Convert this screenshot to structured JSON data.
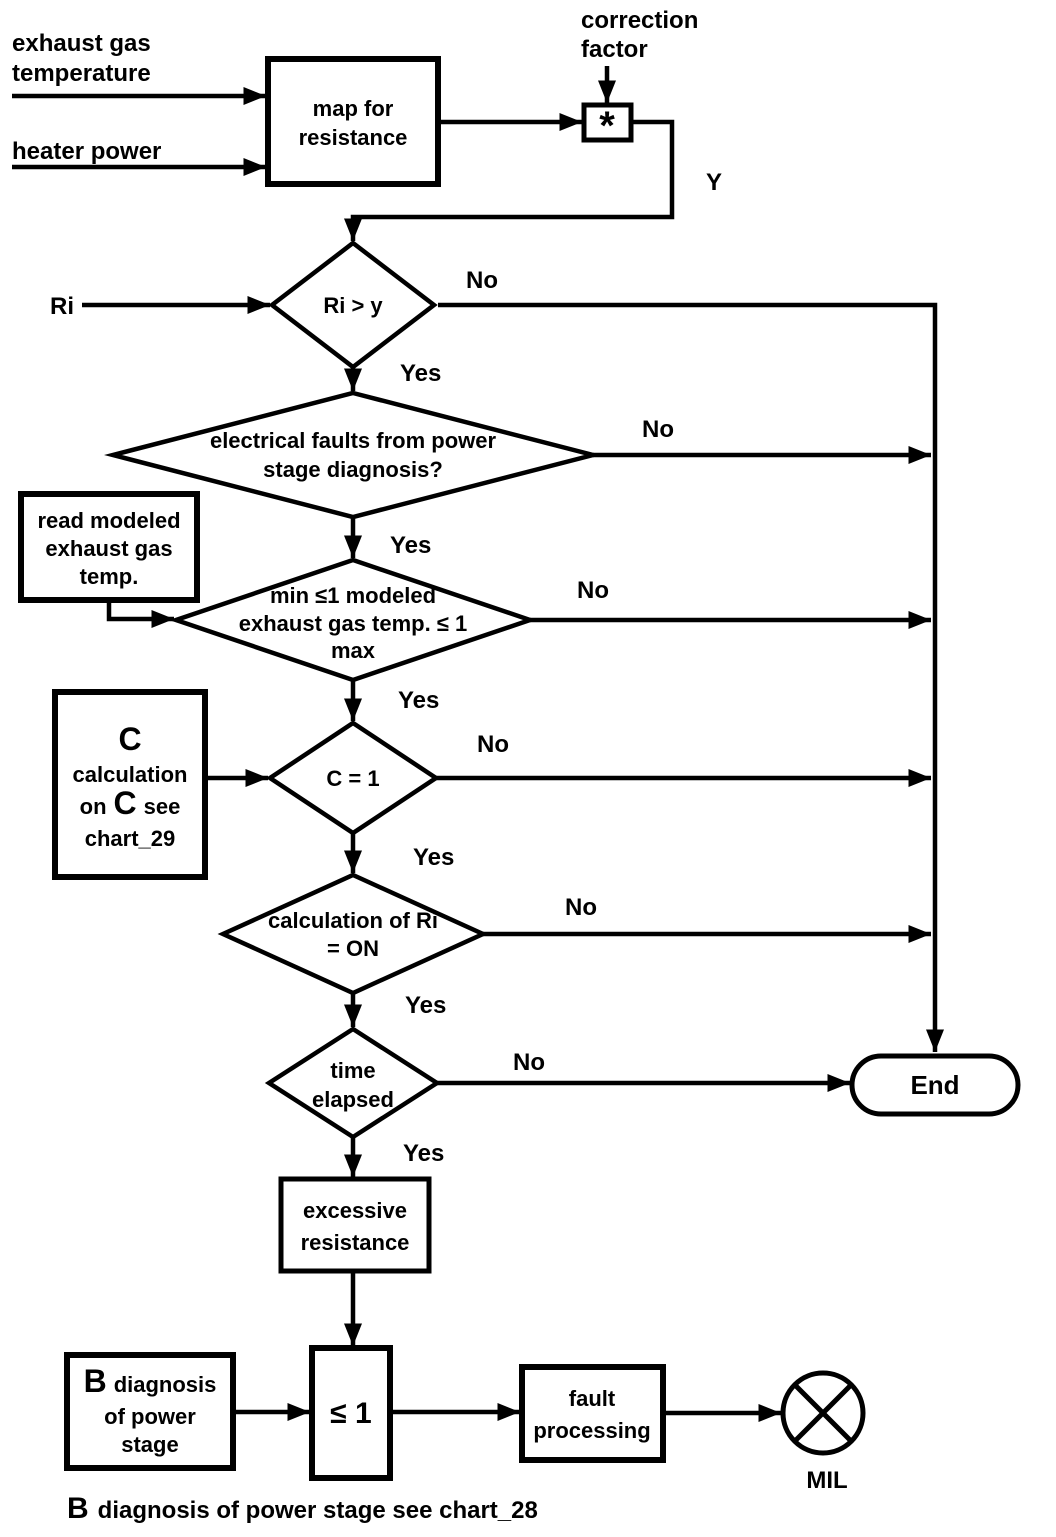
{
  "colors": {
    "line": "#000000",
    "fill": "#ffffff"
  },
  "inputs": {
    "exhaust_line1": "exhaust gas",
    "exhaust_line2": "temperature",
    "heater": "heater power",
    "correction_line1": "correction",
    "correction_line2": "factor",
    "ri": "Ri"
  },
  "nodes": {
    "map": {
      "line1": "map for",
      "line2": "resistance"
    },
    "multiply": {
      "symbol": "*"
    },
    "decision_ri": {
      "text": "Ri > y"
    },
    "decision_electrical": {
      "line1": "electrical faults from power",
      "line2": "stage diagnosis?"
    },
    "read_modeled": {
      "line1": "read modeled",
      "line2": "exhaust gas",
      "line3": "temp."
    },
    "decision_range": {
      "line1": "min ≤1 modeled",
      "line2": "exhaust gas temp. ≤ 1",
      "line3": "max"
    },
    "c_info": {
      "line1": "C",
      "line2": "calculation",
      "line3a": "on",
      "line3b": "C",
      "line3c": "see",
      "line4": "chart_29"
    },
    "decision_c": {
      "text": "C = 1"
    },
    "decision_calc": {
      "line1": "calculation of Ri",
      "line2": "= ON"
    },
    "decision_time": {
      "line1": "time",
      "line2": "elapsed"
    },
    "end": {
      "text": "End"
    },
    "excessive": {
      "line1": "excessive",
      "line2": "resistance"
    },
    "b_info": {
      "line1a": "B",
      "line1b": "diagnosis",
      "line2": "of power",
      "line3": "stage"
    },
    "comparator": {
      "text": "≤ 1"
    },
    "fault": {
      "line1": "fault",
      "line2": "processing"
    },
    "mil": {
      "label": "MIL"
    }
  },
  "edges": {
    "y_label": "Y",
    "no1": "No",
    "no2": "No",
    "no3": "No",
    "no4": "No",
    "no5": "No",
    "no6": "No",
    "yes1": "Yes",
    "yes2": "Yes",
    "yes3": "Yes",
    "yes4": "Yes",
    "yes5": "Yes",
    "yes6": "Yes"
  },
  "note": {
    "b": "B",
    "text": "diagnosis of power stage see chart_28"
  }
}
